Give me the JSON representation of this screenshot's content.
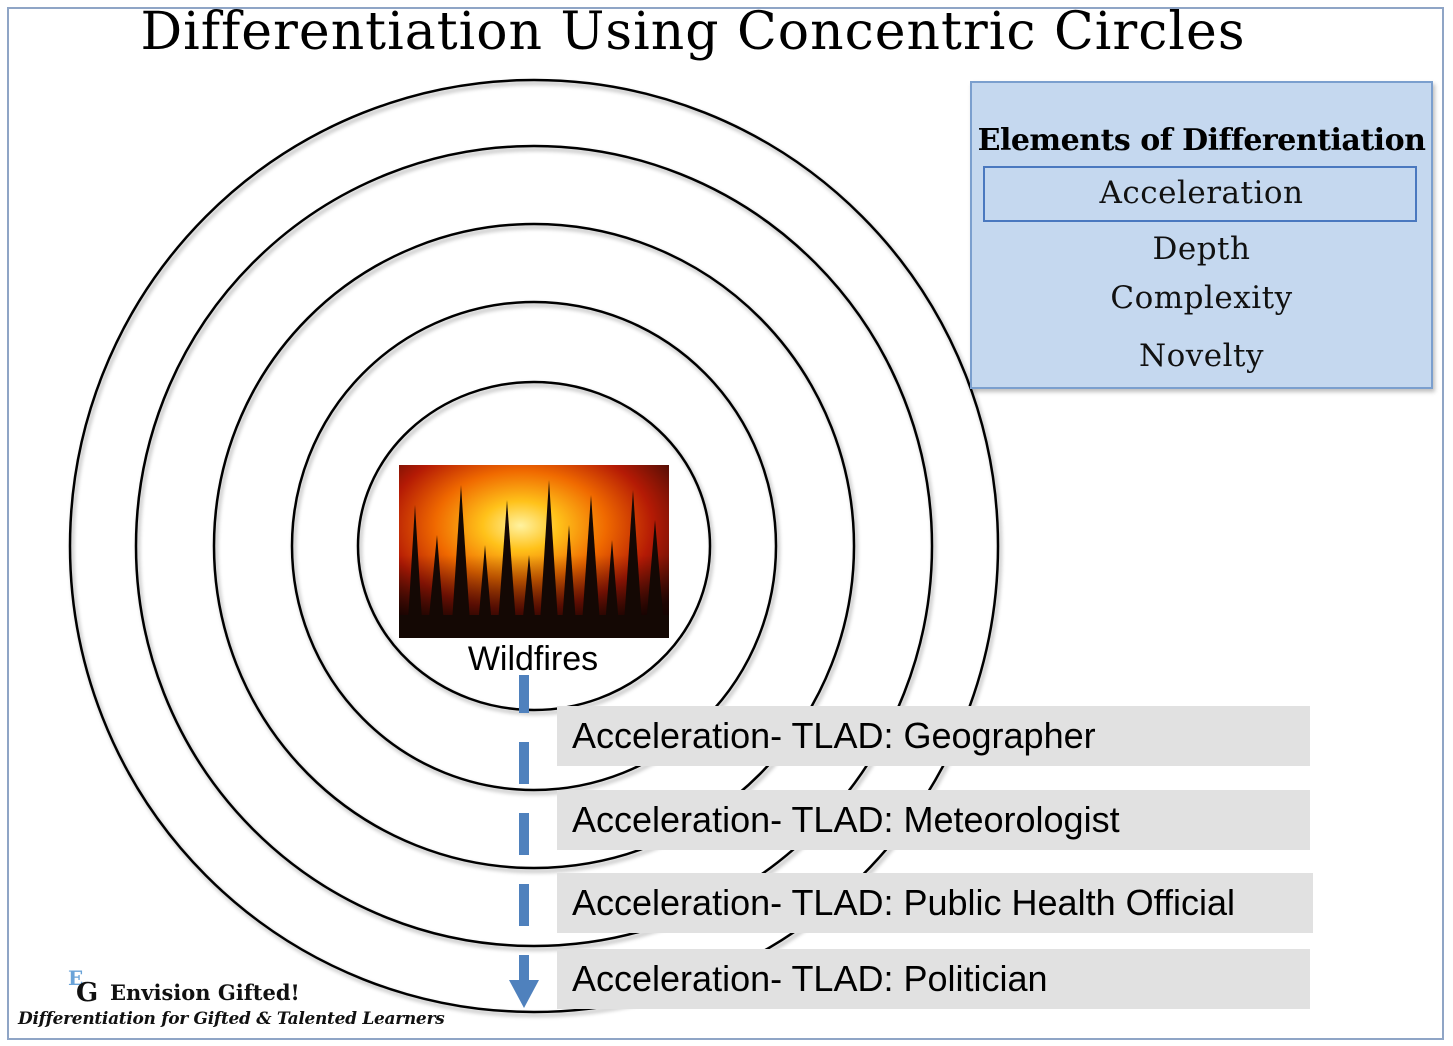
{
  "title": "Differentiation Using Concentric Circles",
  "center": {
    "image": "wildfire-forest-photo",
    "label": "Wildfires"
  },
  "layers": [
    "Acceleration- TLAD: Geographer",
    "Acceleration- TLAD: Meteorologist",
    "Acceleration- TLAD: Public Health Official",
    "Acceleration- TLAD: Politician"
  ],
  "elements_box": {
    "title": "Elements of Differentiation",
    "items": [
      "Acceleration",
      "Depth",
      "Complexity",
      "Novelty"
    ],
    "selected": "Acceleration"
  },
  "logo": {
    "mark_e": "E",
    "mark_g": "G",
    "name": "Envision Gifted!",
    "tagline": "Differentiation for Gifted & Talented Learners"
  },
  "colors": {
    "box_fill": "#c5d8ef",
    "box_border": "#7b9fce",
    "arrow": "#4f81bd",
    "band_fill": "#e1e1e1",
    "frame": "#8fa5c6"
  }
}
